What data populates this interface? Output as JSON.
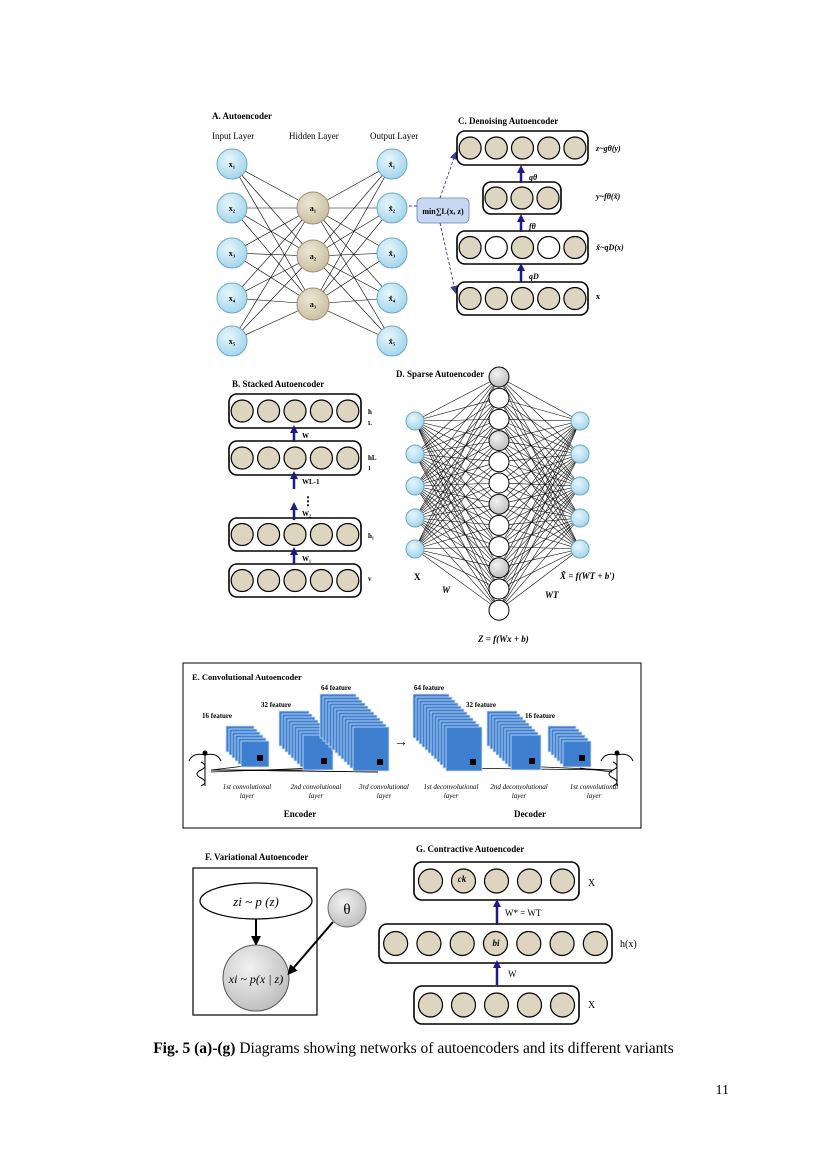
{
  "panelA": {
    "title": "A.  Autoencoder",
    "input_header": "Input Layer",
    "hidden_header": "Hidden Layer",
    "output_header": "Output Layer",
    "inputs": [
      "x₁",
      "x₂",
      "x₃",
      "x₄",
      "x₅"
    ],
    "hidden": [
      "a₁",
      "a₂",
      "a₃"
    ],
    "outputs": [
      "x̂₁",
      "x̂₂",
      "x̂₃",
      "x̂₄",
      "x̂₅"
    ],
    "loss_label": "min∑L(x, z)"
  },
  "panelC": {
    "title": "C. Denoising Autoencoder",
    "row_labels": [
      "z~gθ(y)",
      "y~fθ(x̃)",
      "x̃~qD(x)",
      "x"
    ],
    "arrow_labels": [
      "gθ",
      "fθ",
      "qD"
    ]
  },
  "panelB": {
    "title": "B. Stacked Autoencoder",
    "row_labels": [
      "h",
      "L",
      "hL",
      "1",
      "h₁",
      "v"
    ],
    "arrow_labels": [
      "W",
      "WL-1",
      "W₂",
      "W₁"
    ],
    "ellipsis": "⋮"
  },
  "panelD": {
    "title": "D. Sparse Autoencoder",
    "x_label": "X",
    "w_label": "W",
    "wt_label": "WT",
    "z_label": "Z = f(Wx + b)",
    "xhat_label": "X̂ = f(WT + b′)"
  },
  "panelE": {
    "title": "E. Convolutional Autoencoder",
    "enc_features": [
      "16 feature",
      "32 feature",
      "64 feature"
    ],
    "dec_features": [
      "64 feature",
      "32 feature",
      "16 feature"
    ],
    "enc_layers": [
      [
        "1st convolutional",
        "layer"
      ],
      [
        "2nd convolutional",
        "layer"
      ],
      [
        "3rd convolutional",
        "layer"
      ]
    ],
    "dec_layers": [
      [
        "1st deconvolutional",
        "layer"
      ],
      [
        "2nd deconvolutional",
        "layer"
      ],
      [
        "1st convolutional",
        "layer"
      ]
    ],
    "encoder_label": "Encoder",
    "decoder_label": "Decoder",
    "arrow": "→"
  },
  "panelF": {
    "title": "F.  Variational Autoencoder",
    "prior": "zi ~ p (z)",
    "likelihood": "xi ~ p(x | z)",
    "theta": "θ"
  },
  "panelG": {
    "title": "G. Contractive Autoencoder",
    "top_label": "X",
    "mid_label": "h(x)",
    "bottom_label": "X",
    "upper_arrow": "W* = WT",
    "lower_arrow": "W",
    "ck": "ck",
    "bi": "bi"
  },
  "caption": {
    "bold": "Fig. 5 (a)-(g)",
    "text": " Diagrams showing networks of autoencoders and its different variants"
  },
  "page_number": "11",
  "colors": {
    "light_blue": "#c9e9f6",
    "tan": "#ddd5c0",
    "conv_blue": "#3f7fd0",
    "arrow_navy": "#1b1a86",
    "loss_box": "#c9d8f2",
    "gray_node": "#d4d4d4",
    "gray_theta": "#bdbdbd"
  }
}
